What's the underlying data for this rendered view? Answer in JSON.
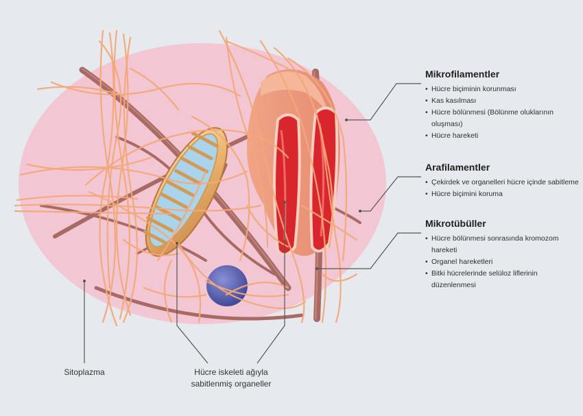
{
  "colors": {
    "background": "#e6e9ed",
    "cell_body": "#f2c7d3",
    "microfilament": "#f4a878",
    "intermediate_filament": "#a86a62",
    "organelle_vesicle": "#5b63b0",
    "leader_line": "#555555"
  },
  "labels": {
    "microfilaments": {
      "title": "Mikrofilamentler",
      "items": [
        "Hücre biçiminin korunması",
        "Kas kasılması",
        "Hücre bölünmesi (Bölünme oluklarının oluşması)",
        "Hücre hareketi"
      ]
    },
    "intermediate_filaments": {
      "title": "Arafilamentler",
      "items": [
        "Çekirdek ve organelleri hücre içinde sabitleme",
        "Hücre biçimini koruma"
      ]
    },
    "microtubules": {
      "title": "Mikrotübüller",
      "items": [
        "Hücre bölünmesi sonrasında kromozom hareketi",
        "Organel hareketleri",
        "Bitki hücrelerinde selüloz liflerinin düzenlenmesi"
      ]
    },
    "cytoplasm": "Sitoplazma",
    "anchored_organelles": "Hücre iskeleti ağıyla sabitlenmiş organeller"
  }
}
